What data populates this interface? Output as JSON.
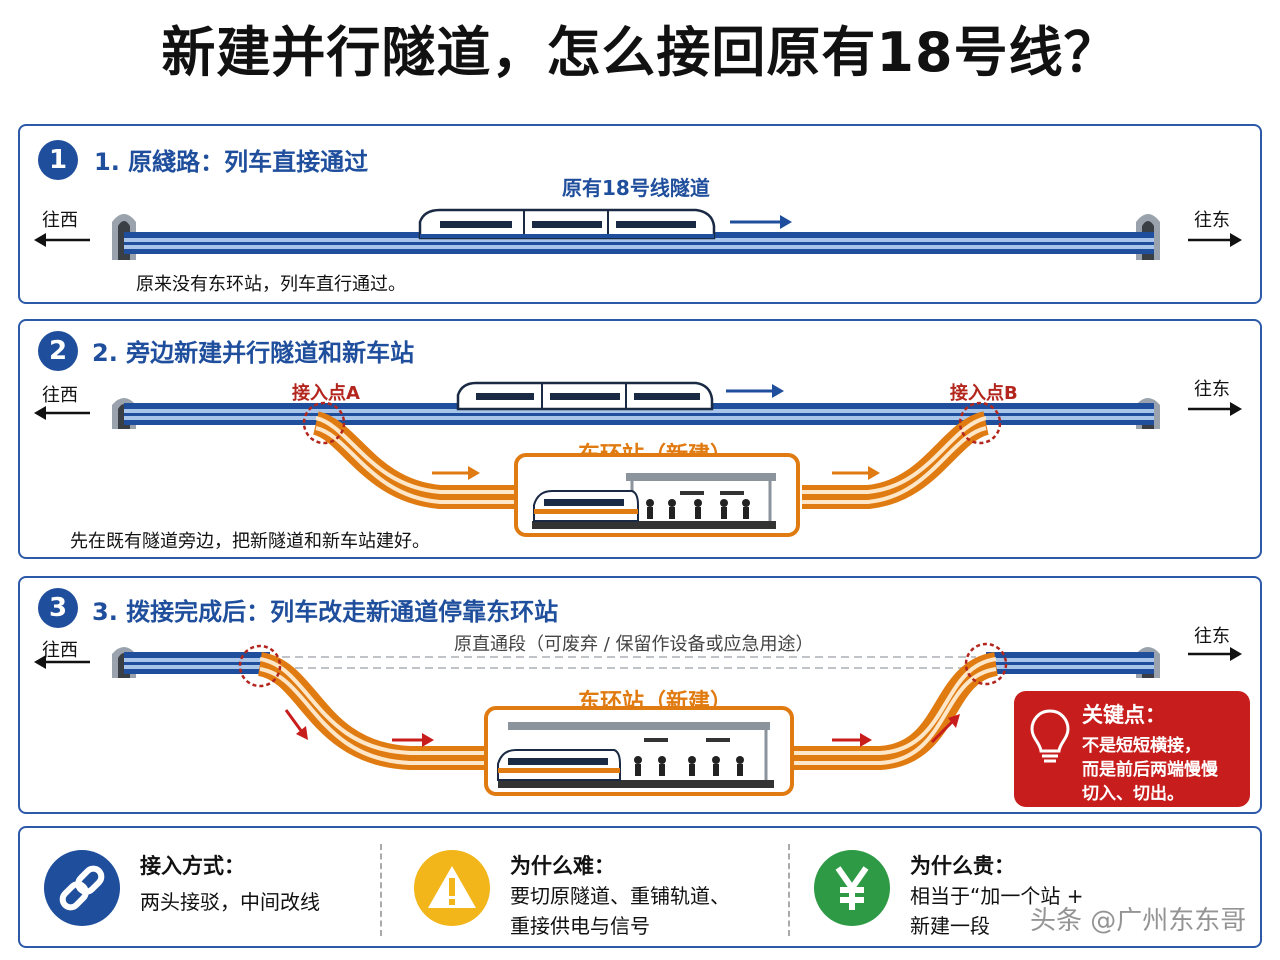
{
  "title": "新建并行隧道，怎么接回原有18号线？",
  "colors": {
    "blue": "#1f4e9c",
    "orange": "#e07b12",
    "red": "#c81d1d",
    "green": "#2e9a45",
    "yellow": "#f2b51a"
  },
  "panel1": {
    "number": "1",
    "heading": "1. 原綫路：列车直接通过",
    "tunnel_label": "原有18号线隧道",
    "west": "往西",
    "east": "往东",
    "caption": "原来没有东环站，列车直行通过。"
  },
  "panel2": {
    "number": "2",
    "heading": "2. 旁边新建并行隧道和新车站",
    "west": "往西",
    "east": "往东",
    "point_a": "接入点A",
    "point_b": "接入点B",
    "station": "东环站（新建）",
    "caption": "先在既有隧道旁边，把新隧道和新车站建好。"
  },
  "panel3": {
    "number": "3",
    "heading": "3. 拨接完成后：列车改走新通道停靠东环站",
    "west": "往西",
    "east": "往东",
    "abandoned": "原直通段（可废弃 / 保留作设备或应急用途）",
    "station": "东环站（新建）",
    "key_title": "关键点：",
    "key_line1": "不是短短横接，",
    "key_line2": "而是前后两端慢慢",
    "key_line3": "切入、切出。",
    "key_icon": "lightbulb-icon"
  },
  "info": {
    "method_title": "接入方式：",
    "method_text": "两头接驳，中间改线",
    "method_icon": "link-icon",
    "hard_title": "为什么难：",
    "hard_line1": "要切原隧道、重铺轨道、",
    "hard_line2": "重接供电与信号",
    "hard_icon": "warning-icon",
    "cost_title": "为什么贵：",
    "cost_line1": "相当于“加一个站 +",
    "cost_line2": "新建一段",
    "cost_icon": "yen-icon"
  },
  "watermark": "头条 @广州东东哥"
}
